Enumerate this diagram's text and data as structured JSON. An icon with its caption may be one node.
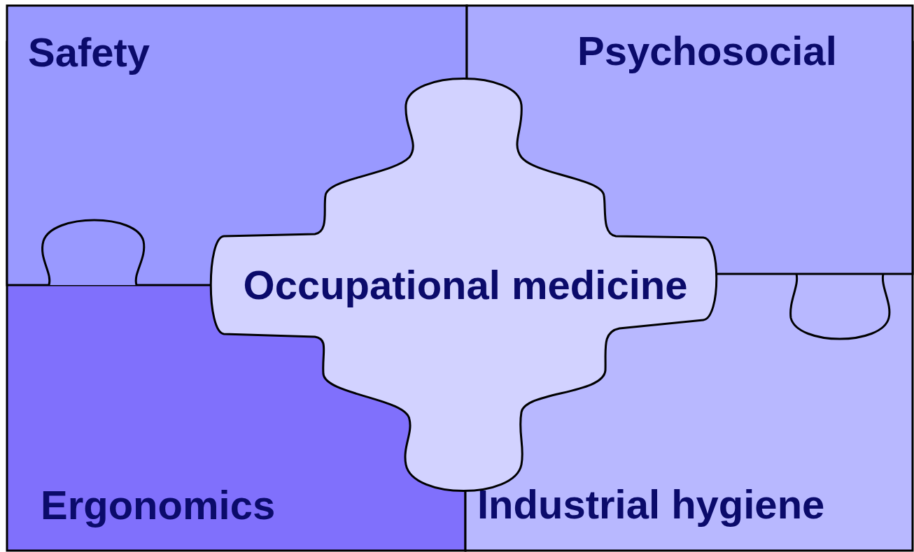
{
  "diagram": {
    "nodes": [
      {
        "text": [
          "Safety"
        ]
      },
      {
        "text": [
          "Psychosocial"
        ]
      },
      {
        "text": [
          "Ergonomics"
        ]
      },
      {
        "text": [
          "Industrial hygiene"
        ]
      },
      {
        "text": [
          "Occupational medicine"
        ]
      }
    ]
  }
}
